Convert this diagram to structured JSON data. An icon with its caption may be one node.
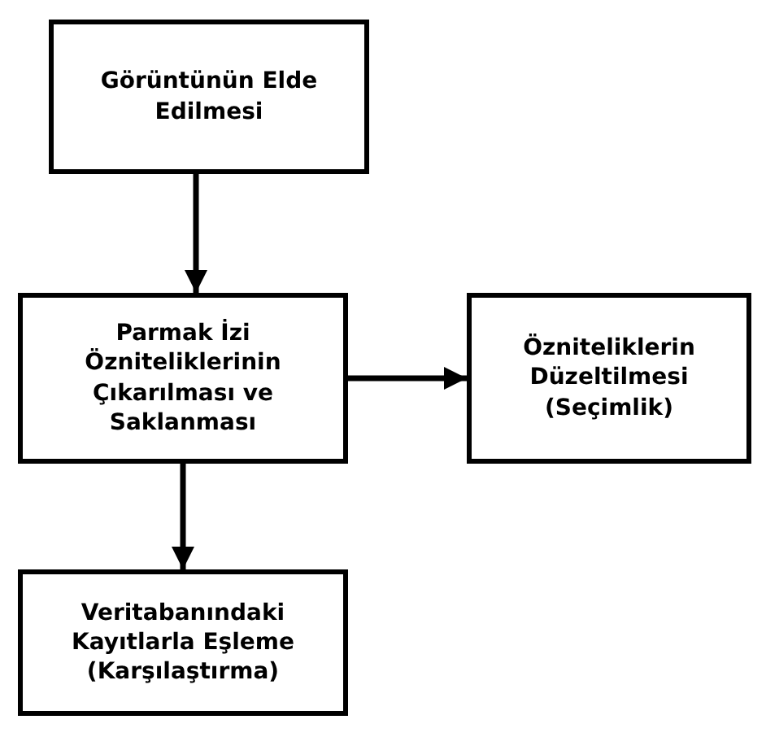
{
  "diagram": {
    "nodes": [
      {
        "text": [
          "Görüntünün Elde Edilmesi"
        ]
      },
      {
        "text": [
          "Parmak İzi Özniteliklerinin Çıkarılması ve Saklanması"
        ]
      },
      {
        "text": [
          "Özniteliklerin Düzeltilmesi (Seçimlik)"
        ]
      },
      {
        "text": [
          "Veritabanındaki Kayıtlarla Eşleme (Karşılaştırma)"
        ]
      }
    ],
    "edges": [
      {
        "from": 0,
        "to": 1,
        "arrow": "to"
      },
      {
        "from": 1,
        "to": 2,
        "arrow": "to"
      },
      {
        "from": 1,
        "to": 3,
        "arrow": "to"
      }
    ]
  }
}
